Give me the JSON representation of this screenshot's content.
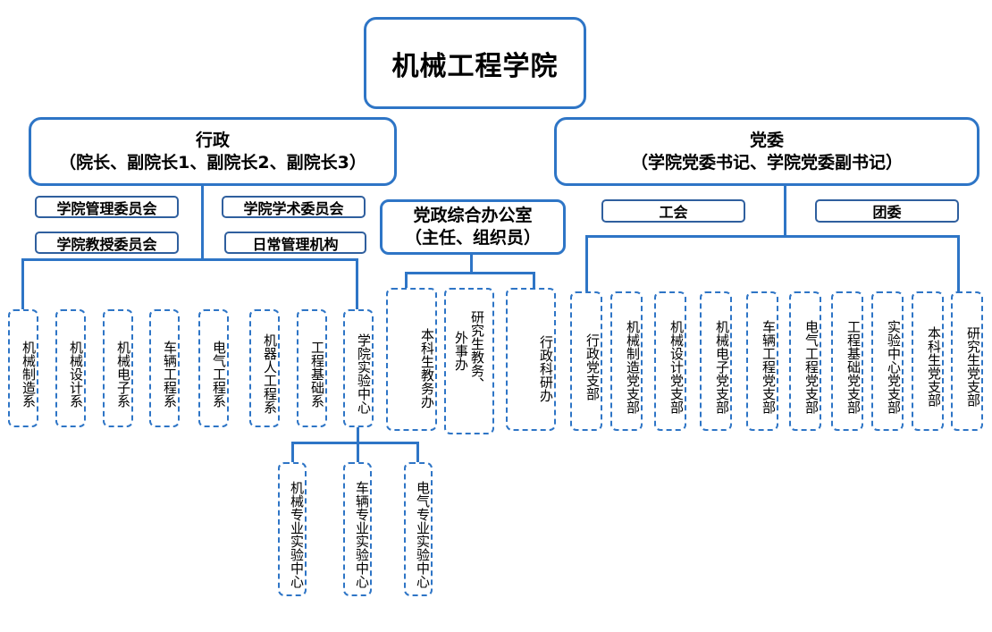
{
  "root": {
    "title": "机械工程学院"
  },
  "admin": {
    "title": "行政",
    "subtitle": "（院长、副院长1、副院长2、副院长3）",
    "committees": [
      "学院管理委员会",
      "学院学术委员会",
      "学院教授委员会",
      "日常管理机构"
    ],
    "departments": [
      "机械制造系",
      "机械设计系",
      "机械电子系",
      "车辆工程系",
      "电气工程系",
      "机器人工程系",
      "工程基础系",
      "学院实验中心"
    ],
    "lab_centers": [
      "机械专业实验中心",
      "车辆专业实验中心",
      "电气专业实验中心"
    ]
  },
  "office": {
    "title": "党政综合办公室",
    "subtitle": "（主任、组织员）",
    "units": [
      "本科生教务办",
      "研究生教务、外事办",
      "行政科研办"
    ]
  },
  "party": {
    "title": "党委",
    "subtitle": "（学院党委书记、学院党委副书记）",
    "affiliates": [
      "工会",
      "团委"
    ],
    "branches": [
      "行政党支部",
      "机械制造党支部",
      "机械设计党支部",
      "机械电子党支部",
      "车辆工程党支部",
      "电气工程党支部",
      "工程基础党支部",
      "实验中心党支部",
      "本科生党支部",
      "研究生党支部"
    ]
  },
  "colors": {
    "border": "#2e75c6",
    "connector": "#2e75c6"
  }
}
